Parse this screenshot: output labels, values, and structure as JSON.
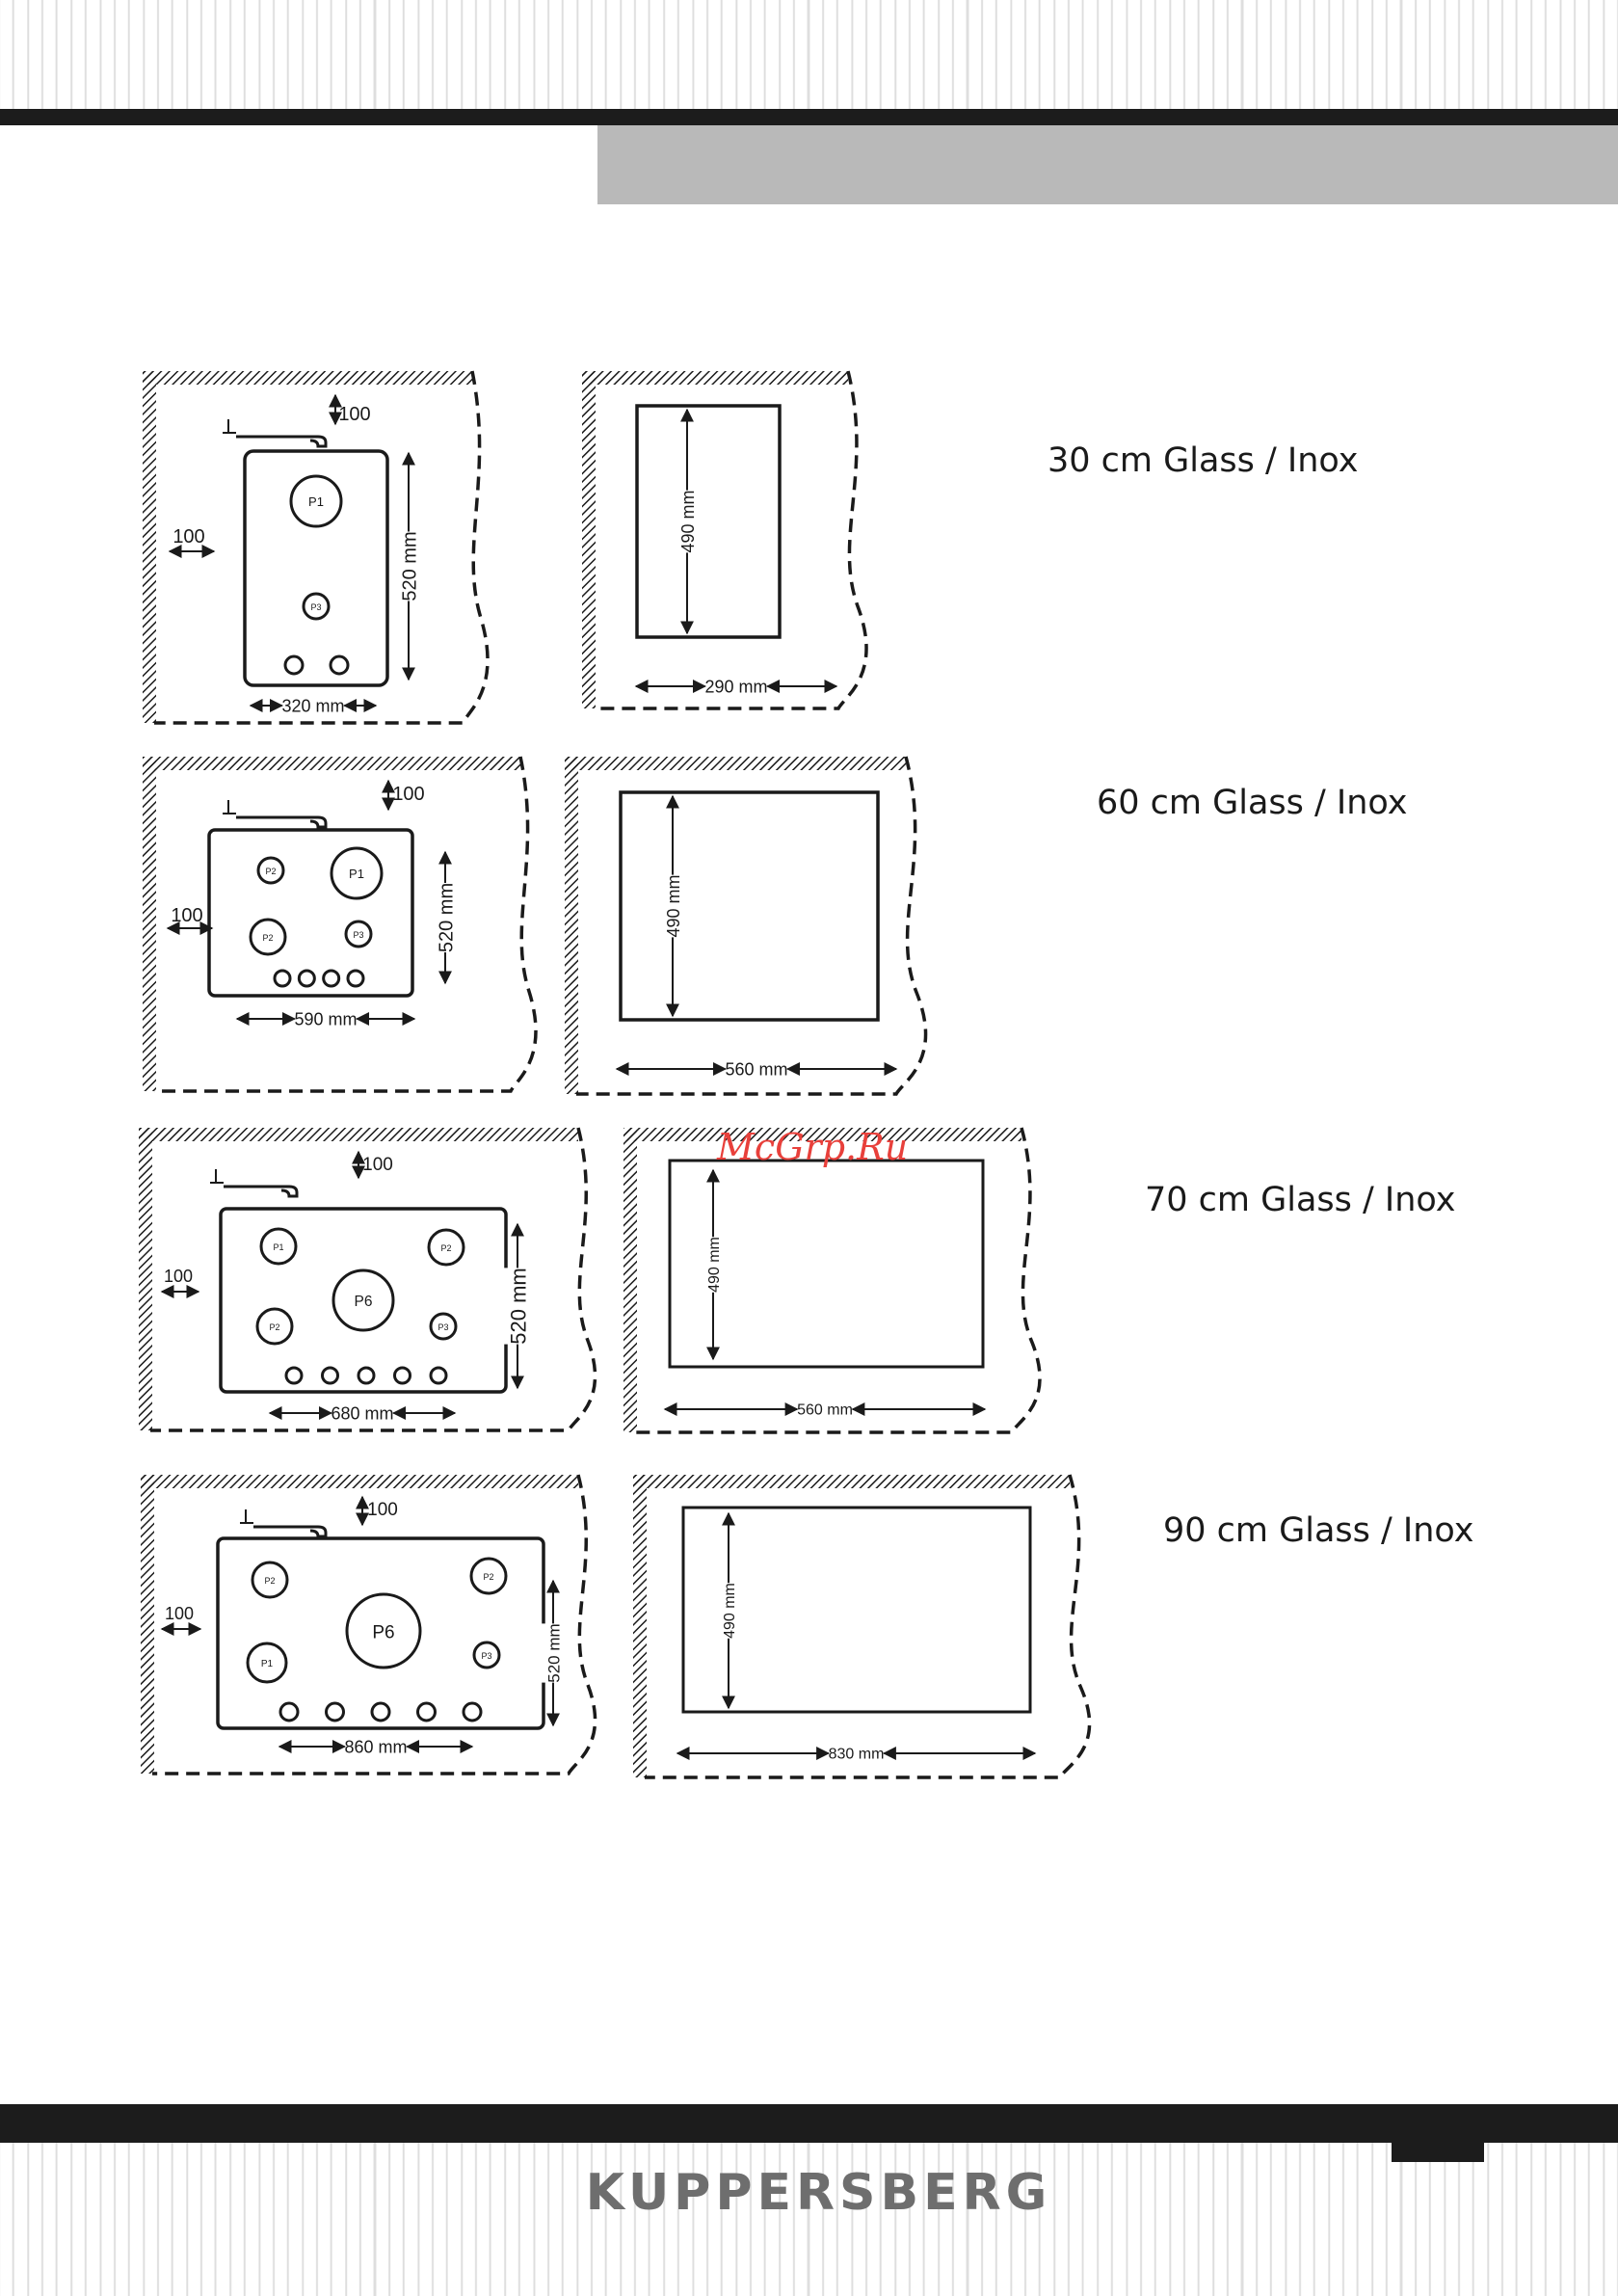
{
  "brand": "KUPPERSBERG",
  "watermark": "McGrp.Ru",
  "colors": {
    "bars": "#1c1c1c",
    "header_tab": "#b9b9b9",
    "brand_text": "#6e6e6e",
    "watermark": "#e8403b"
  },
  "icons": [
    "gas-inlet-icon",
    "hatched-wall",
    "burner-ring",
    "control-knob"
  ],
  "models": [
    {
      "label": "30 cm Glass / Inox",
      "clearance_top": "100",
      "clearance_side": "100",
      "hob_width": "320 mm",
      "hob_depth": "520 mm",
      "cutout_width": "290 mm",
      "cutout_depth": "490 mm",
      "burners": [
        {
          "label": "P1",
          "size": "l"
        },
        {
          "label": "P3",
          "size": "s"
        }
      ],
      "knobs": 2
    },
    {
      "label": "60 cm Glass / Inox",
      "clearance_top": "100",
      "clearance_side": "100",
      "hob_width": "590 mm",
      "hob_depth": "520 mm",
      "cutout_width": "560 mm",
      "cutout_depth": "490 mm",
      "burners": [
        {
          "label": "P2",
          "size": "s"
        },
        {
          "label": "P1",
          "size": "l"
        },
        {
          "label": "P2",
          "size": "m"
        },
        {
          "label": "P3",
          "size": "s"
        }
      ],
      "knobs": 4
    },
    {
      "label": "70 cm Glass / Inox",
      "clearance_top": "100",
      "clearance_side": "100",
      "hob_width": "680 mm",
      "hob_depth": "520 mm",
      "cutout_width": "560 mm",
      "cutout_depth": "490 mm",
      "burners": [
        {
          "label": "P1",
          "size": "m"
        },
        {
          "label": "P2",
          "size": "m"
        },
        {
          "label": "P6",
          "size": "xl"
        },
        {
          "label": "P2",
          "size": "m"
        },
        {
          "label": "P3",
          "size": "s"
        }
      ],
      "knobs": 5
    },
    {
      "label": "90 cm Glass / Inox",
      "clearance_top": "100",
      "clearance_side": "100",
      "hob_width": "860 mm",
      "hob_depth": "520 mm",
      "cutout_width": "830 mm",
      "cutout_depth": "490 mm",
      "burners": [
        {
          "label": "P2",
          "size": "m"
        },
        {
          "label": "P2",
          "size": "m"
        },
        {
          "label": "P6",
          "size": "xl"
        },
        {
          "label": "P1",
          "size": "m"
        },
        {
          "label": "P3",
          "size": "s"
        }
      ],
      "knobs": 5
    }
  ]
}
